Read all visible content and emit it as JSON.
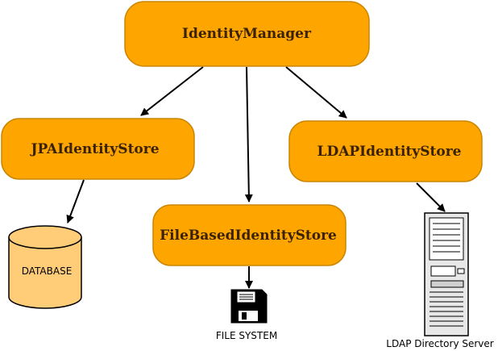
{
  "nodes": {
    "identity_manager": "IdentityManager",
    "jpa_store": "JPAIdentityStore",
    "ldap_store": "LDAPIdentityStore",
    "file_store": "FileBasedIdentityStore"
  },
  "resources": {
    "database": "DATABASE",
    "file_system": "FILE SYSTEM",
    "ldap_server": "LDAP Directory Server"
  },
  "colors": {
    "node_fill": "#ffa500",
    "node_stroke": "#c98500",
    "database_fill": "#ffcc77",
    "arrow": "#000000"
  },
  "icons": {
    "file_system": "floppy-disk-icon",
    "ldap_server": "server-tower-icon"
  }
}
